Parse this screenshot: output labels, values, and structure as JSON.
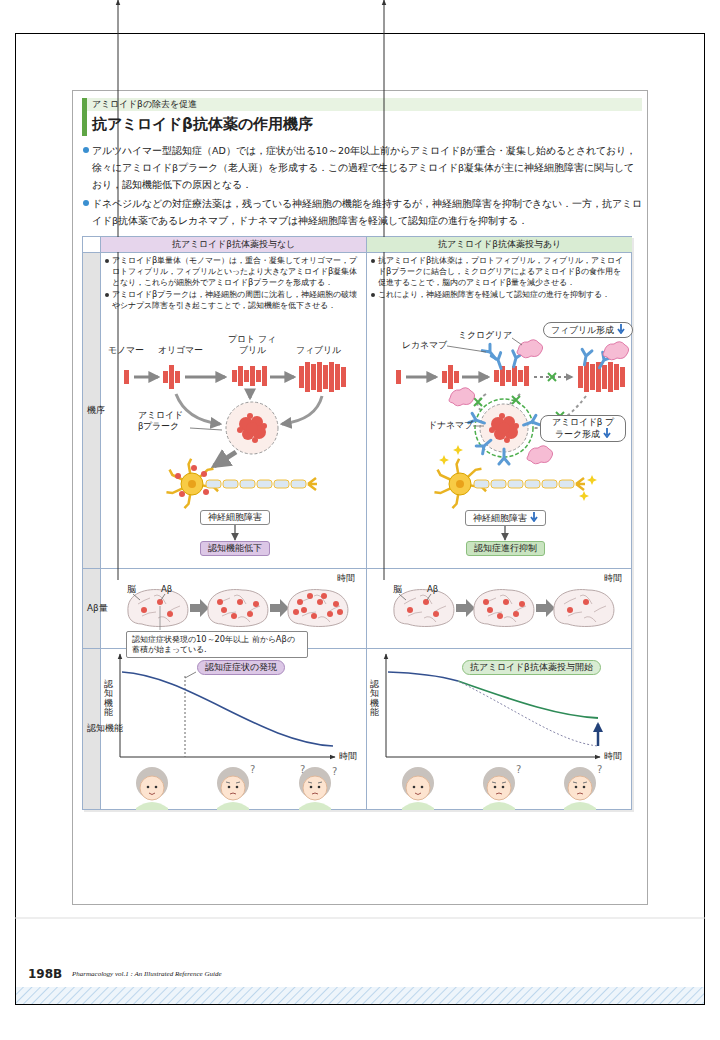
{
  "diagram": {
    "title": "抗アミロイドβ抗体薬の作用機序",
    "nodes": [
      {
        "text": [
          "抗アミロイドβ抗体薬投与なし"
        ]
      },
      {
        "text": [
          "抗アミロイドβ抗体薬投与あり"
        ]
      },
      {
        "text": [
          "機序"
        ]
      },
      {
        "text": [
          "神経細胞障害"
        ]
      },
      {
        "text": [
          "認知機能低下"
        ]
      },
      {
        "text": [
          "フィブリル形成"
        ]
      },
      {
        "text": [
          "アミロイドβ プラーク形成"
        ]
      },
      {
        "text": [
          "神経細胞障害"
        ]
      },
      {
        "text": [
          "認知症進行抑制"
        ]
      },
      {
        "text": [
          "Aβ量"
        ]
      },
      {
        "text": [
          "認知症症状発現の10～20年以上 前からAβの蓄積が始まっている."
        ]
      },
      {
        "text": [
          "認知機能"
        ]
      },
      {
        "text": [
          "認知症症状の発現"
        ]
      },
      {
        "text": [
          "抗アミロイドβ抗体薬投与開始"
        ]
      }
    ],
    "edges": [
      {
        "from": 3,
        "to": 4,
        "arrow": "to"
      },
      {
        "from": 7,
        "to": 8,
        "arrow": "to"
      }
    ],
    "labels": [
      "アミロイドβの除去を促進",
      "アルツハイマー型認知症（AD）では，症状が出る10～20年以上前からアミロイドβが重合・凝集し始めるとされており，徐々にアミロイドβプラーク（老人斑）を形成する．この過程で生じるアミロイドβ凝集体が主に神経細胞障害に関与しており，認知機能低下の原因となる．",
      "ドネペジルなどの対症療法薬は，残っている神経細胞の機能を維持するが，神経細胞障害を抑制できない．一方，抗アミロイドβ抗体薬であるレカネマブ，ドナネマブは神経細胞障害を軽減して認知症の進行を抑制する．",
      "アミロイドβ単量体（モノマー）は，重合・凝集してオリゴマー，プロトフィブリル，フィブリルといったより大きなアミロイドβ凝集体となり，これらが細胞外でアミロイドβプラークを形成する．",
      "アミロイドβプラークは，神経細胞の周囲に沈着し，神経細胞の破壊やシナプス障害を引き起こすことで，認知機能を低下させる．",
      "抗アミロイドβ抗体薬は，プロトフィブリル，フィブリル，アミロイドβプラークに結合し，ミクログリアによるアミロイドβの食作用を促進することで，脳内のアミロイドβ量を減少させる．",
      "これにより，神経細胞障害を軽減して認知症の進行を抑制する．",
      "モノマー",
      "オリゴマー",
      "プロト フィブリル",
      "フィブリル",
      "アミロイド βプラーク",
      "ミクログリア",
      "レカネマブ",
      "ドナネマブ",
      "脳",
      "Aβ",
      "時間",
      "脳",
      "Aβ",
      "時間",
      "認知機能",
      "時間",
      "認知機能",
      "時間",
      "198B",
      "Pharmacology vol.1 : An Illustrated Reference Guide",
      "?",
      "?",
      "?",
      "?",
      "?"
    ]
  }
}
